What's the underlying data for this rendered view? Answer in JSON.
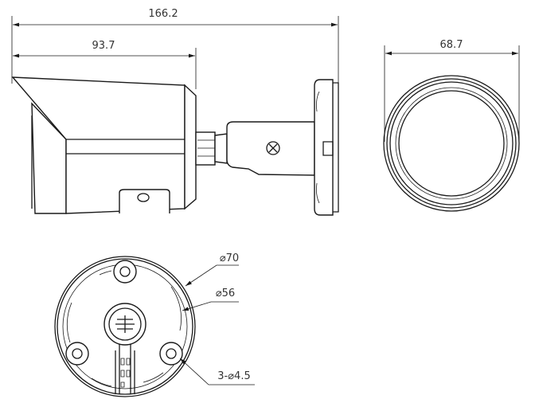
{
  "drawing": {
    "dimensions": {
      "overall_length": "166.2",
      "body_length": "93.7",
      "diameter_front": "68.7",
      "base_outer": "⌀70",
      "base_inner": "⌀56",
      "mount_holes": "3-⌀4.5"
    },
    "views": [
      "side-view",
      "front-view",
      "base-view"
    ],
    "line_color": "#1a1a1a"
  }
}
